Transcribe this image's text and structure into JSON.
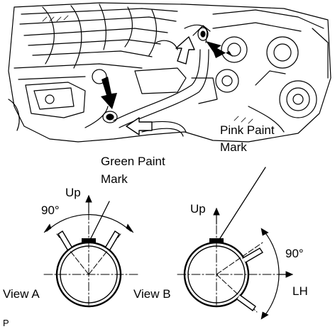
{
  "labels": {
    "pink_paint_mark_line1": "Pink Paint",
    "pink_paint_mark_line2": "Mark",
    "green_paint_mark_line1": "Green Paint",
    "green_paint_mark_line2": "Mark",
    "view_a": "View A",
    "view_b": "View B",
    "up_a": "Up",
    "up_b": "Up",
    "angle_a": "90°",
    "angle_b": "90°",
    "lh": "LH",
    "corner": "P"
  },
  "colors": {
    "ink": "#000000",
    "background": "#ffffff"
  },
  "icons": {
    "direction_arrow": "outlined-arrow-icon",
    "pointer_arrow": "solid-arrow-icon"
  }
}
